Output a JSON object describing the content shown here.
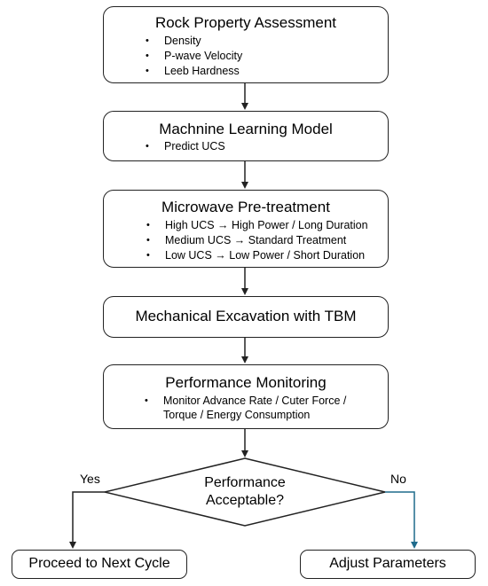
{
  "rock_property": {
    "title": "Rock Property Assessment",
    "items": [
      "Density",
      "P-wave Velocity",
      "Leeb Hardness"
    ]
  },
  "ml_model": {
    "title": "Machnine Learning Model",
    "items": [
      "Predict UCS"
    ]
  },
  "microwave": {
    "title": "Microwave Pre-treatment",
    "items": [
      "High UCS → High Power / Long Duration",
      "Medium UCS → Standard Treatment",
      "Low UCS → Low Power / Short Duration"
    ]
  },
  "excavation": {
    "title": "Mechanical Excavation with TBM"
  },
  "monitoring": {
    "title": "Performance Monitoring",
    "items": [
      "Monitor Advance Rate / Cuter Force / Torque / Energy Consumption"
    ]
  },
  "decision": {
    "line1": "Performance",
    "line2": "Acceptable?",
    "yes_label": "Yes",
    "no_label": "No"
  },
  "proceed": {
    "title": "Proceed to Next Cycle"
  },
  "adjust": {
    "title": "Adjust Parameters"
  },
  "colors": {
    "no_branch": "#1f6b8c",
    "stroke": "#222222"
  }
}
